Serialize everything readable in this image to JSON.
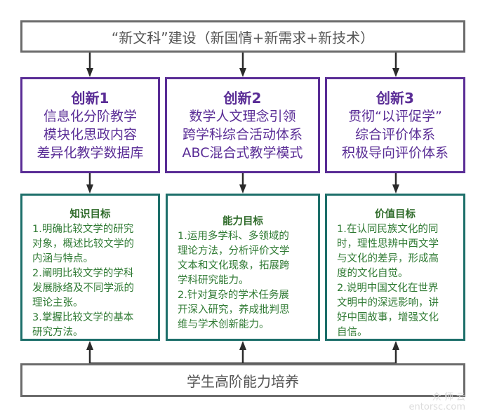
{
  "top": {
    "label": "“新文科”建设（新国情+新需求+新技术）"
  },
  "innovations": [
    {
      "title": "创新1",
      "lines": [
        "信息化分阶教学",
        "模块化思政内容",
        "差异化教学数据库"
      ]
    },
    {
      "title": "创新2",
      "lines": [
        "数学人文理念引领",
        "跨学科综合活动体系",
        "ABC混合式教学模式"
      ]
    },
    {
      "title": "创新3",
      "lines": [
        "贯彻“以评促学”",
        "综合评价体系",
        "积极导向评价体系"
      ]
    }
  ],
  "goals": [
    {
      "title": "知识目标",
      "lines": [
        "1.明确比较文学的研究",
        "对象，概述比较文学的",
        "内涵与特点。",
        "2.阐明比较文学的学科",
        "发展脉络及不同学派的",
        "理论主张。",
        "3.掌握比较文学的基本",
        "研究方法。"
      ]
    },
    {
      "title": "能力目标",
      "lines": [
        "1.运用多学科、多领域的",
        "理论方法，分析评价文学",
        "文本和文化现象，拓展跨",
        "学科研究能力。",
        "2.针对复杂的学术任务展",
        "开深入研究，养成批判思",
        "维与学术创新能力。"
      ]
    },
    {
      "title": "价值目标",
      "lines": [
        "1.在认同民族文化的同",
        "时，理性思辨中西文学",
        "与文化的差异，形成高",
        "度的文化自觉。",
        "2.说明中国文化在世界",
        "文明中的深远影响，讲",
        "好中国故事，增强文化",
        "自信。"
      ]
    }
  ],
  "bottom": {
    "label": "学生高阶能力培养"
  },
  "watermark": {
    "line1": "众 师 云",
    "line2": "entorsc.com"
  },
  "colors": {
    "innovation": "#5a2d96",
    "goal_border": "#1d6f6a",
    "goal_text": "#2f7a33",
    "frame": "#6b6b6b"
  }
}
